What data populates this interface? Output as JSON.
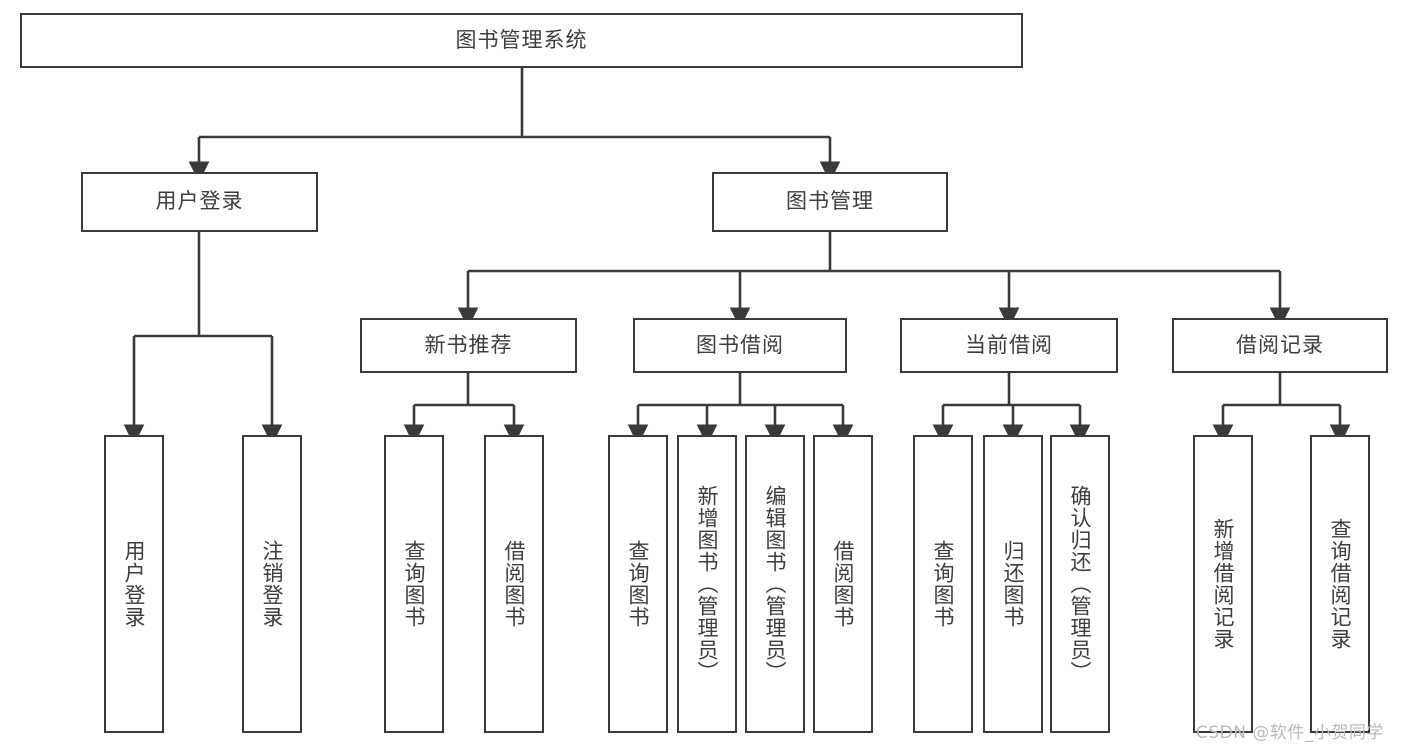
{
  "diagram": {
    "title": "图书管理系统",
    "type": "tree-hierarchy-diagram",
    "colors": {
      "box_border": "#3a3a3a",
      "box_fill": "#ffffff",
      "text": "#3d3d3d",
      "edge": "#3a3a3a",
      "watermark": "#b9b9b9"
    },
    "root": {
      "label": "图书管理系统"
    },
    "level1": [
      {
        "label": "用户登录"
      },
      {
        "label": "图书管理"
      }
    ],
    "level2": [
      {
        "label": "新书推荐"
      },
      {
        "label": "图书借阅"
      },
      {
        "label": "当前借阅"
      },
      {
        "label": "借阅记录"
      }
    ],
    "leaves": {
      "user_login": [
        {
          "label": "用户登录"
        },
        {
          "label": "注销登录"
        }
      ],
      "new_book_recommend": [
        {
          "label": "查询图书"
        },
        {
          "label": "借阅图书"
        }
      ],
      "book_borrow": [
        {
          "label": "查询图书"
        },
        {
          "label": "新增图书（管理员）"
        },
        {
          "label": "编辑图书（管理员）"
        },
        {
          "label": "借阅图书"
        }
      ],
      "current_borrow": [
        {
          "label": "查询图书"
        },
        {
          "label": "归还图书"
        },
        {
          "label": "确认归还（管理员）"
        }
      ],
      "borrow_record": [
        {
          "label": "新增借阅记录"
        },
        {
          "label": "查询借阅记录"
        }
      ]
    }
  },
  "watermark": {
    "text": "CSDN @软件_小贺同学"
  }
}
